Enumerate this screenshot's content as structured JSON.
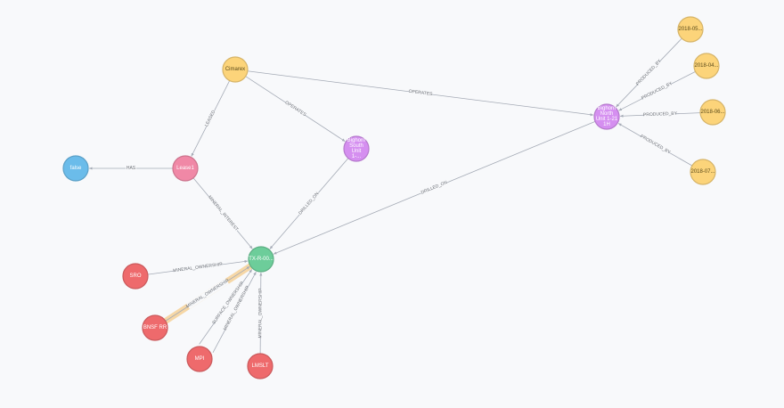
{
  "graph": {
    "colors": {
      "company": "#fcd47a",
      "lease": "#f088a6",
      "tract": "#6dcd9a",
      "owner": "#ee6a6c",
      "well": "#d58ff0",
      "production": "#fcd47a",
      "misc": "#6bbcea",
      "edge": "#a5abb6",
      "highlight": "#f6d7a6"
    },
    "nodes": [
      {
        "id": "cimarex",
        "label": "Cimarex",
        "group": "company"
      },
      {
        "id": "lease1",
        "label": "Lease1",
        "group": "lease"
      },
      {
        "id": "false",
        "label": "false",
        "group": "misc"
      },
      {
        "id": "bighorn_south",
        "label": "Bighorn South Unit 1-...",
        "group": "well"
      },
      {
        "id": "bighorn_north",
        "label": "Bighorn North Unit 1-21 1H",
        "group": "well"
      },
      {
        "id": "tract",
        "label": "TX-R-00...",
        "group": "tract"
      },
      {
        "id": "sro",
        "label": "SRO",
        "group": "owner"
      },
      {
        "id": "bnsf",
        "label": "BNSF RR",
        "group": "owner"
      },
      {
        "id": "mpi",
        "label": "MPI",
        "group": "owner"
      },
      {
        "id": "lmslt",
        "label": "LMSLT",
        "group": "owner"
      },
      {
        "id": "p1",
        "label": "2018-05...",
        "group": "production"
      },
      {
        "id": "p2",
        "label": "2018-04...",
        "group": "production"
      },
      {
        "id": "p3",
        "label": "2018-06...",
        "group": "production"
      },
      {
        "id": "p4",
        "label": "2018-07...",
        "group": "production"
      }
    ],
    "edges": [
      {
        "from": "cimarex",
        "to": "lease1",
        "label": "LEASED"
      },
      {
        "from": "cimarex",
        "to": "bighorn_south",
        "label": "OPERATES"
      },
      {
        "from": "cimarex",
        "to": "bighorn_north",
        "label": "OPERATES"
      },
      {
        "from": "lease1",
        "to": "false",
        "label": "HAS"
      },
      {
        "from": "lease1",
        "to": "tract",
        "label": "MINERAL_INTEREST"
      },
      {
        "from": "bighorn_south",
        "to": "tract",
        "label": "DRILLED_ON"
      },
      {
        "from": "bighorn_north",
        "to": "tract",
        "label": "DRILLED_ON"
      },
      {
        "from": "sro",
        "to": "tract",
        "label": "MINERAL_OWNERSHIP"
      },
      {
        "from": "bnsf",
        "to": "tract",
        "label": "MINERAL_OWNERSHIP",
        "highlight": true
      },
      {
        "from": "mpi",
        "to": "tract",
        "label": "SURFACE_OWNERSHIP"
      },
      {
        "from": "mpi",
        "to": "tract",
        "label": "MINERAL_OWNERSHIP"
      },
      {
        "from": "lmslt",
        "to": "tract",
        "label": "MINERAL_OWNERSHIP"
      },
      {
        "from": "p1",
        "to": "bighorn_north",
        "label": "PRODUCED_BY"
      },
      {
        "from": "p2",
        "to": "bighorn_north",
        "label": "PRODUCED_BY"
      },
      {
        "from": "p3",
        "to": "bighorn_north",
        "label": "PRODUCED_BY"
      },
      {
        "from": "p4",
        "to": "bighorn_north",
        "label": "PRODUCED_BY"
      }
    ]
  }
}
